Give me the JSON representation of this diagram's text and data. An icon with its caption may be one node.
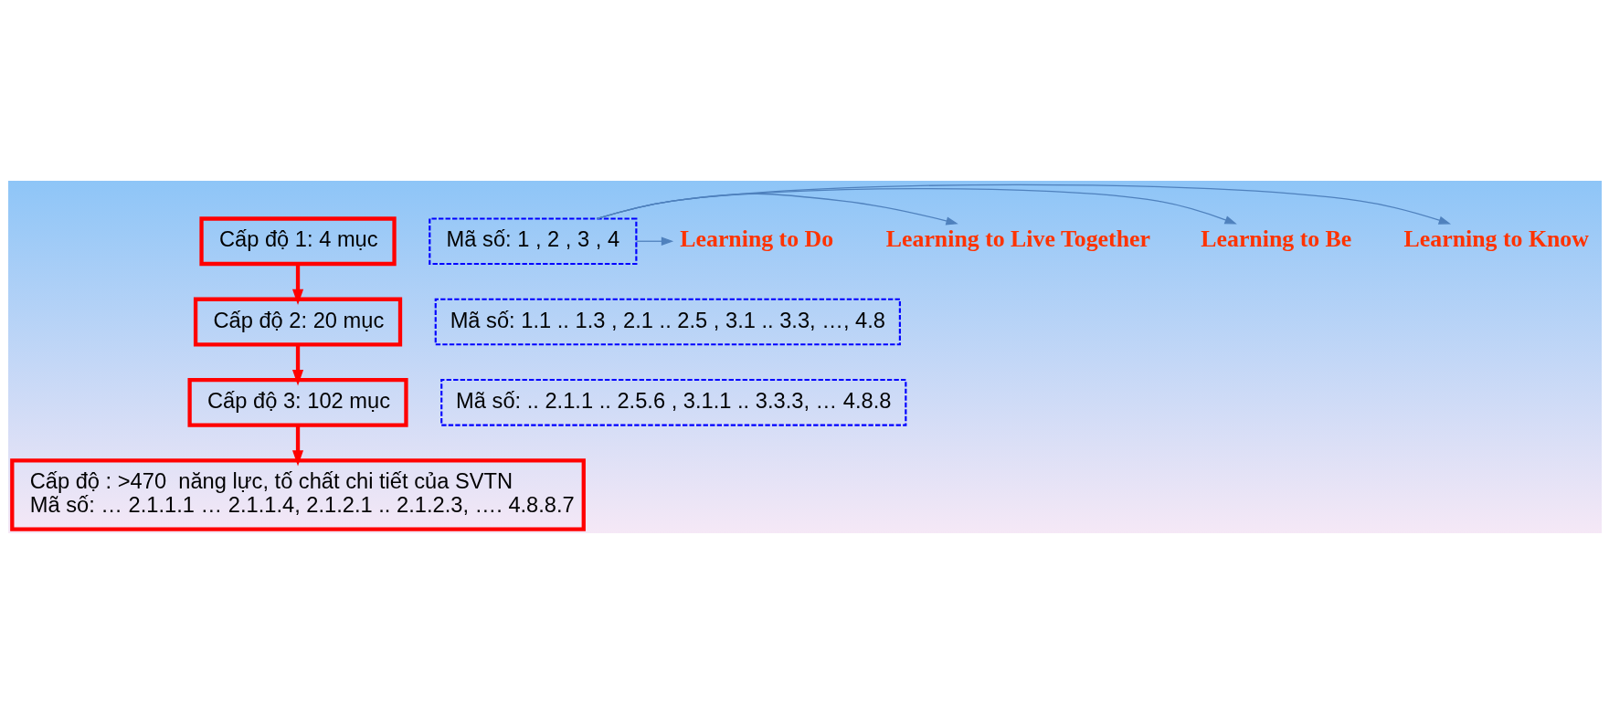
{
  "diagram": {
    "nodes": [
      {
        "text": [
          "Cấp độ 1: 4 mục"
        ]
      },
      {
        "text": [
          "Mã số: 1 , 2 , 3 , 4"
        ]
      },
      {
        "text": [
          "Learning to Know"
        ]
      },
      {
        "text": [
          "Learning to Be"
        ]
      },
      {
        "text": [
          "Learning to Live Together"
        ]
      },
      {
        "text": [
          "Learning to Do"
        ]
      },
      {
        "text": [
          "Cấp độ 2: 20 mục"
        ]
      },
      {
        "text": [
          "Mã số: 1.1 .. 1.3 , 2.1 .. 2.5 , 3.1 .. 3.3, …, 4.8"
        ]
      },
      {
        "text": [
          "Cấp độ 3: 102 mục"
        ]
      },
      {
        "text": [
          "Mã số: .. 2.1.1 .. 2.5.6 , 3.1.1 .. 3.3.3, … 4.8.8"
        ]
      },
      {
        "text": [
          "Cấp độ : >470  năng lực, tố chất chi tiết của SVTN",
          "Mã số: … 2.1.1.1 … 2.1.1.4, 2.1.2.1 .. 2.1.2.3, …. 4.8.8.7"
        ]
      }
    ],
    "edges": [
      {
        "from": 1,
        "to": 2,
        "arrow": "to"
      },
      {
        "from": 1,
        "to": 3,
        "arrow": "to"
      },
      {
        "from": 1,
        "to": 4,
        "arrow": "to"
      },
      {
        "from": 1,
        "to": 5,
        "arrow": "to"
      },
      {
        "from": 0,
        "to": 6,
        "arrow": "to",
        "style": "thick",
        "color": "#ff0000"
      },
      {
        "from": 6,
        "to": 8,
        "arrow": "to",
        "style": "thick",
        "color": "#ff0000"
      },
      {
        "from": 8,
        "to": 10,
        "arrow": "to",
        "style": "thick",
        "color": "#ff0000"
      }
    ]
  }
}
